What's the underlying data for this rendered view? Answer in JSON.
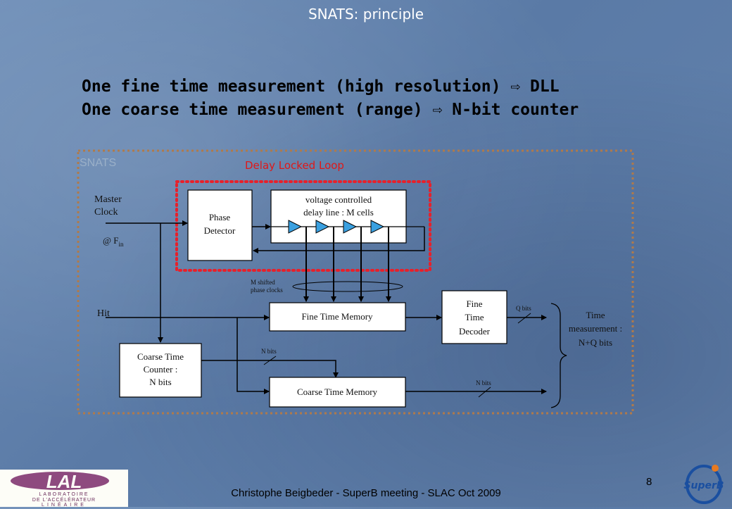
{
  "slide": {
    "title": "SNATS: principle",
    "bullets": [
      {
        "text": "One fine time measurement (high resolution)",
        "arrow": "⇨",
        "target": "DLL"
      },
      {
        "text": "One coarse time measurement (range)",
        "arrow": "⇨",
        "target": "N-bit counter"
      }
    ]
  },
  "diagram": {
    "container_label": "SNATS",
    "dll_label": "Delay Locked Loop",
    "master_clock": [
      "Master",
      "Clock"
    ],
    "freq_label": "@ F",
    "freq_sub": "in",
    "hit_label": "Hit",
    "phase_detector": [
      "Phase",
      "Detector"
    ],
    "vcdl": [
      "voltage controlled",
      "delay line : M cells"
    ],
    "shifted_clocks": [
      "M shifted",
      "phase clocks"
    ],
    "fine_memory": "Fine Time Memory",
    "fine_decoder": [
      "Fine",
      "Time",
      "Decoder"
    ],
    "coarse_counter": [
      "Coarse Time",
      "Counter :",
      "N bits"
    ],
    "coarse_memory": "Coarse Time Memory",
    "q_bits": "Q bits",
    "n_bits_counter": "N bits",
    "n_bits_out": "N bits",
    "measurement": [
      "Time",
      "measurement :",
      "N+Q bits"
    ],
    "colors": {
      "container_border": "#b07a4a",
      "dll_border": "#e8202a",
      "dll_label": "#e01818"
    }
  },
  "footer": {
    "text": "Christophe Beigbeder - SuperB meeting - SLAC Oct 2009",
    "page": "8",
    "logo_left_letters": "LAL",
    "logo_left_line1": "LABORATOIRE",
    "logo_left_line2": "DE L'ACCÉLÉRATEUR",
    "logo_left_line3": "LINÉAIRE",
    "logo_right_text": "SuperB"
  }
}
